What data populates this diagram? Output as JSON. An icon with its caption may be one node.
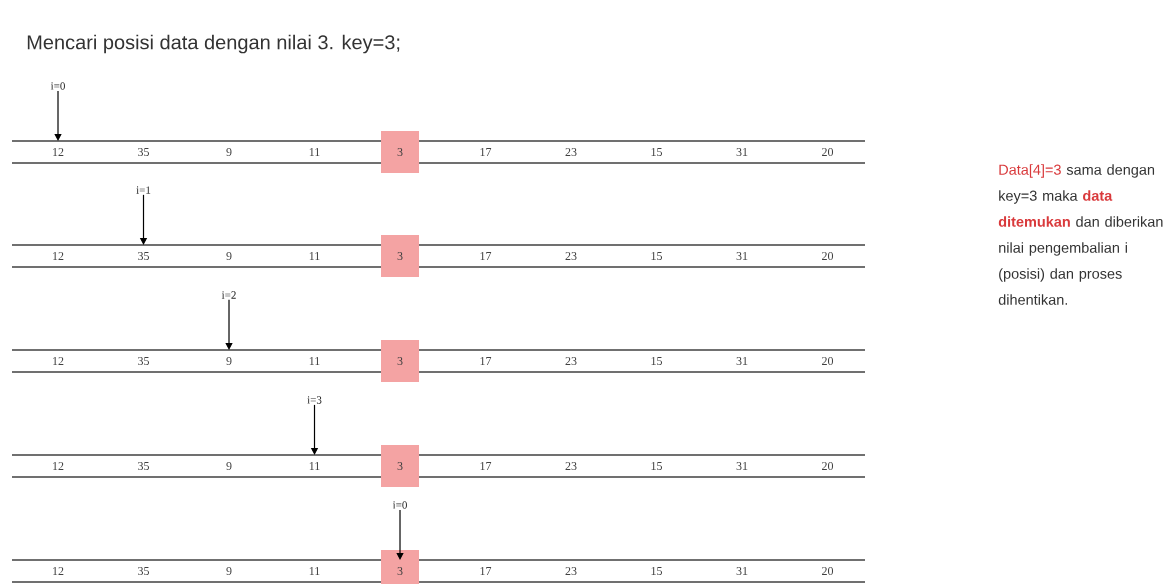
{
  "diagram": {
    "title": "Mencari posisi data dengan nilai 3. key=3;",
    "nodes": [
      {
        "text": [
          "i=0"
        ]
      },
      {
        "text": [
          "12"
        ]
      },
      {
        "text": [
          "35"
        ]
      },
      {
        "text": [
          "9"
        ]
      },
      {
        "text": [
          "11"
        ]
      },
      {
        "text": [
          "3"
        ]
      },
      {
        "text": [
          "17"
        ]
      },
      {
        "text": [
          "23"
        ]
      },
      {
        "text": [
          "15"
        ]
      },
      {
        "text": [
          "31"
        ]
      },
      {
        "text": [
          "20"
        ]
      },
      {
        "text": [
          "i=1"
        ]
      },
      {
        "text": [
          "12"
        ]
      },
      {
        "text": [
          "35"
        ]
      },
      {
        "text": [
          "9"
        ]
      },
      {
        "text": [
          "11"
        ]
      },
      {
        "text": [
          "3"
        ]
      },
      {
        "text": [
          "17"
        ]
      },
      {
        "text": [
          "23"
        ]
      },
      {
        "text": [
          "15"
        ]
      },
      {
        "text": [
          "31"
        ]
      },
      {
        "text": [
          "20"
        ]
      },
      {
        "text": [
          "i=2"
        ]
      },
      {
        "text": [
          "12"
        ]
      },
      {
        "text": [
          "35"
        ]
      },
      {
        "text": [
          "9"
        ]
      },
      {
        "text": [
          "11"
        ]
      },
      {
        "text": [
          "3"
        ]
      },
      {
        "text": [
          "17"
        ]
      },
      {
        "text": [
          "23"
        ]
      },
      {
        "text": [
          "15"
        ]
      },
      {
        "text": [
          "31"
        ]
      },
      {
        "text": [
          "20"
        ]
      },
      {
        "text": [
          "i=3"
        ]
      },
      {
        "text": [
          "12"
        ]
      },
      {
        "text": [
          "35"
        ]
      },
      {
        "text": [
          "9"
        ]
      },
      {
        "text": [
          "11"
        ]
      },
      {
        "text": [
          "3"
        ]
      },
      {
        "text": [
          "17"
        ]
      },
      {
        "text": [
          "23"
        ]
      },
      {
        "text": [
          "15"
        ]
      },
      {
        "text": [
          "31"
        ]
      },
      {
        "text": [
          "20"
        ]
      },
      {
        "text": [
          "i=0"
        ]
      },
      {
        "text": [
          "12"
        ]
      },
      {
        "text": [
          "35"
        ]
      },
      {
        "text": [
          "9"
        ]
      },
      {
        "text": [
          "11"
        ]
      },
      {
        "text": [
          "3"
        ]
      },
      {
        "text": [
          "17"
        ]
      },
      {
        "text": [
          "23"
        ]
      },
      {
        "text": [
          "15"
        ]
      },
      {
        "text": [
          "31"
        ]
      },
      {
        "text": [
          "20"
        ]
      }
    ],
    "edges": [
      {
        "from": 0,
        "to": 1,
        "arrow": "to"
      },
      {
        "from": 11,
        "to": 13,
        "arrow": "to"
      },
      {
        "from": 22,
        "to": 25,
        "arrow": "to"
      },
      {
        "from": 33,
        "to": 37,
        "arrow": "to"
      },
      {
        "from": 44,
        "to": 49,
        "arrow": "to"
      }
    ],
    "labels": [
      "Data[4]=3",
      "sama dengan key=3 maka",
      "data ditemukan",
      "dan diberikan nilai pengembalian i (posisi) dan proses dihentikan."
    ]
  }
}
